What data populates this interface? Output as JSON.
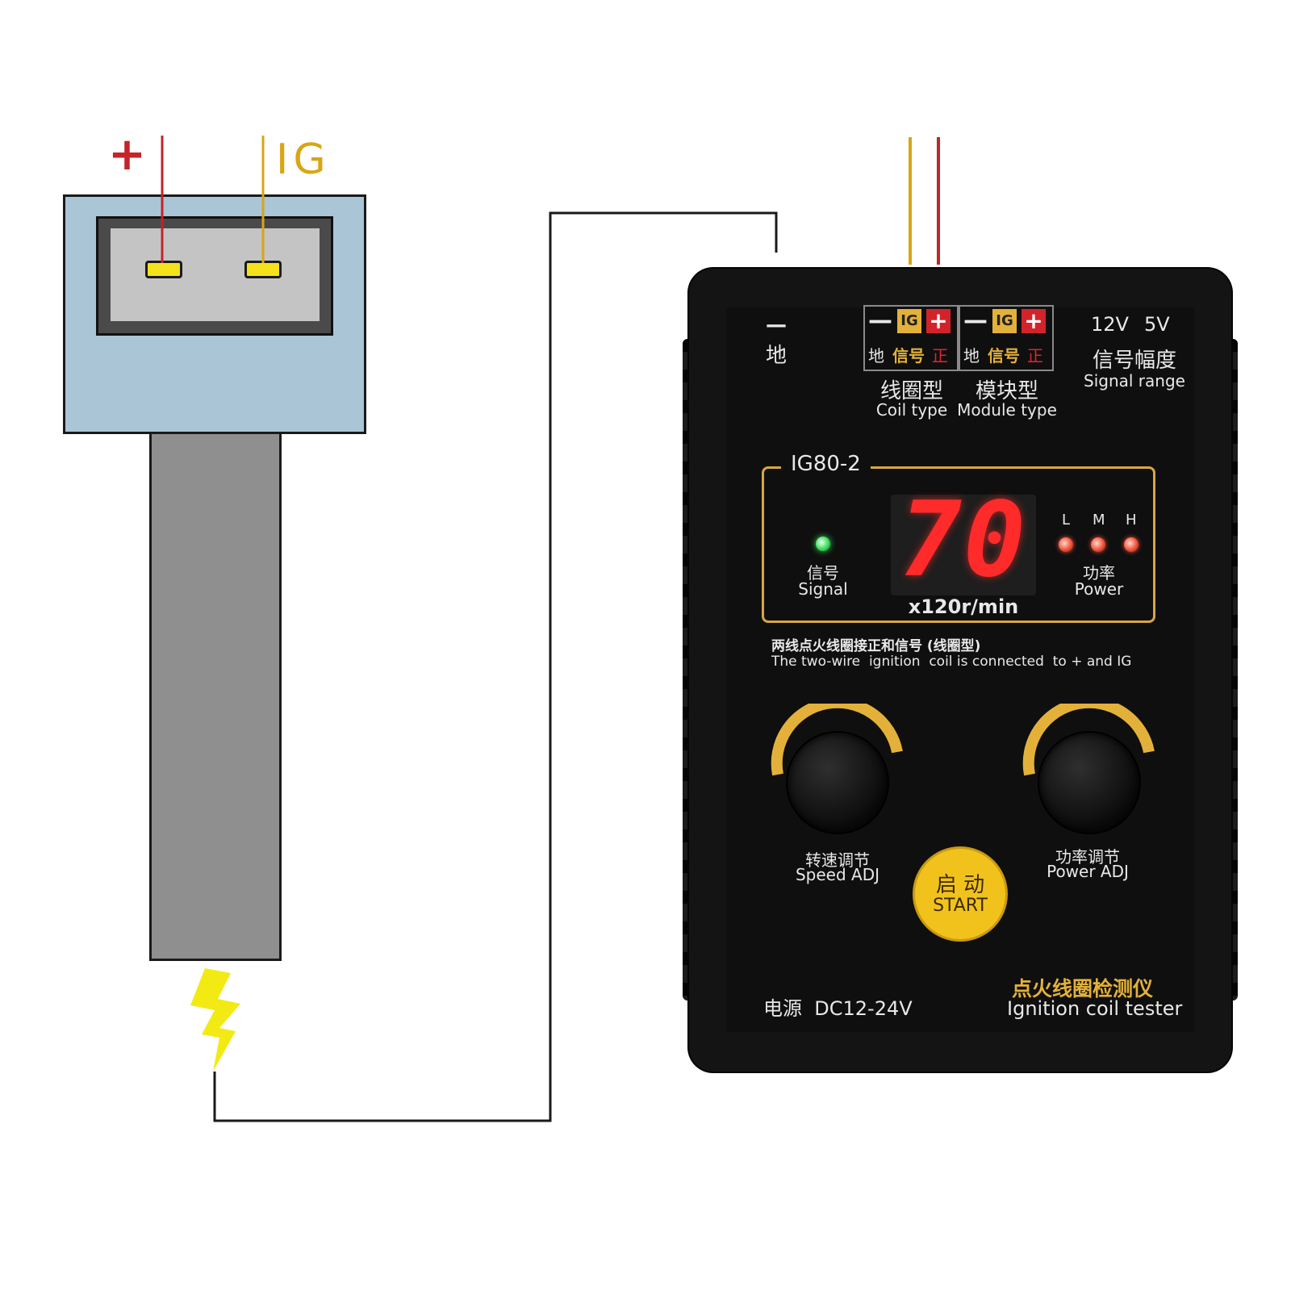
{
  "coil": {
    "plus_label": "+",
    "ig_label": "IG"
  },
  "tester": {
    "ground_symbol": "—",
    "ground_label": "地",
    "coil_group": {
      "minus": "—",
      "ig": "IG",
      "plus": "+",
      "ground_cn": "地",
      "signal_cn": "信号",
      "positive_cn": "正",
      "name_cn": "线圈型",
      "name_en": "Coil type"
    },
    "module_group": {
      "minus": "—",
      "ig": "IG",
      "plus": "+",
      "ground_cn": "地",
      "signal_cn": "信号",
      "positive_cn": "正",
      "name_cn": "模块型",
      "name_en": "Module type"
    },
    "signal_range": {
      "v12": "12V",
      "v5": "5V",
      "label_cn": "信号幅度",
      "label_en": "Signal range"
    },
    "model": "IG80-2",
    "display_value": "70",
    "display_unit": "x120r/min",
    "signal_cn": "信号",
    "signal_en": "Signal",
    "power_levels": [
      "L",
      "M",
      "H"
    ],
    "power_cn": "功率",
    "power_en": "Power",
    "note_cn": "两线点火线圈接正和信号 (线圈型)",
    "note_en": "The two-wire  ignition  coil is connected  to + and IG",
    "speed_adj_cn": "转速调节",
    "speed_adj_en": "Speed ADJ",
    "power_adj_cn": "功率调节",
    "power_adj_en": "Power ADJ",
    "start_cn": "启 动",
    "start_en": "START",
    "power_supply": "电源  DC12-24V",
    "product_cn": "点火线圈检测仪",
    "product_en": "Ignition coil tester"
  },
  "colors": {
    "wire_red": "#c6232a",
    "wire_yellow": "#d9a515",
    "accent_gold": "#e3b13a",
    "spark_yellow": "#f2ea12"
  }
}
